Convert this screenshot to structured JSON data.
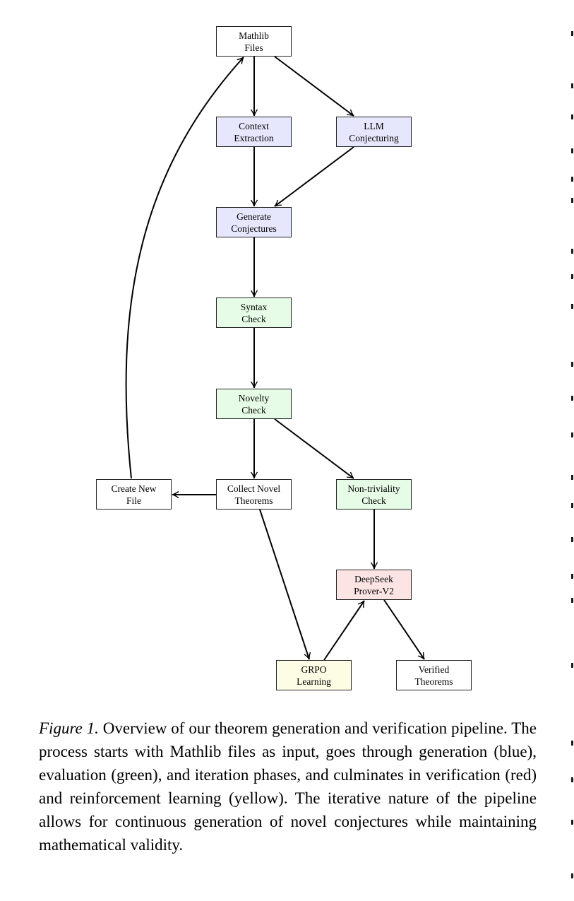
{
  "diagram": {
    "nodes": [
      {
        "id": "mathlib-files",
        "lines": [
          "Mathlib",
          "Files"
        ],
        "fill": "white"
      },
      {
        "id": "context-extract",
        "lines": [
          "Context",
          "Extraction"
        ],
        "fill": "blue"
      },
      {
        "id": "llm-conject",
        "lines": [
          "LLM",
          "Conjecturing"
        ],
        "fill": "blue"
      },
      {
        "id": "generate-conj",
        "lines": [
          "Generate",
          "Conjectures"
        ],
        "fill": "blue"
      },
      {
        "id": "syntax-check",
        "lines": [
          "Syntax",
          "Check"
        ],
        "fill": "green"
      },
      {
        "id": "novelty-check",
        "lines": [
          "Novelty",
          "Check"
        ],
        "fill": "green"
      },
      {
        "id": "create-new-file",
        "lines": [
          "Create New",
          "File"
        ],
        "fill": "white"
      },
      {
        "id": "collect-novel",
        "lines": [
          "Collect Novel",
          "Theorems"
        ],
        "fill": "white"
      },
      {
        "id": "non-triviality",
        "lines": [
          "Non-triviality",
          "Check"
        ],
        "fill": "green"
      },
      {
        "id": "deepseek-prover",
        "lines": [
          "DeepSeek",
          "Prover-V2"
        ],
        "fill": "red"
      },
      {
        "id": "grpo-learning",
        "lines": [
          "GRPO",
          "Learning"
        ],
        "fill": "yellow"
      },
      {
        "id": "verified-thm",
        "lines": [
          "Verified",
          "Theorems"
        ],
        "fill": "white"
      }
    ],
    "edges": [
      [
        "mathlib-files",
        "context-extract"
      ],
      [
        "mathlib-files",
        "llm-conject"
      ],
      [
        "context-extract",
        "generate-conj"
      ],
      [
        "llm-conject",
        "generate-conj"
      ],
      [
        "generate-conj",
        "syntax-check"
      ],
      [
        "syntax-check",
        "novelty-check"
      ],
      [
        "novelty-check",
        "collect-novel"
      ],
      [
        "novelty-check",
        "non-triviality"
      ],
      [
        "collect-novel",
        "create-new-file"
      ],
      [
        "create-new-file",
        "mathlib-files"
      ],
      [
        "non-triviality",
        "deepseek-prover"
      ],
      [
        "collect-novel",
        "grpo-learning"
      ],
      [
        "grpo-learning",
        "deepseek-prover"
      ],
      [
        "deepseek-prover",
        "verified-thm"
      ]
    ],
    "colors": {
      "white": "#ffffff",
      "blue": "#e6e6fc",
      "green": "#e6fce6",
      "red": "#fce4e4",
      "yellow": "#fdfde6",
      "stroke": "#222222"
    }
  },
  "caption": {
    "label": "Figure 1.",
    "text": "Overview of our theorem generation and verification pipeline.  The process starts with Mathlib files as input, goes through generation (blue), evaluation (green), and iteration phases, and culminates in verification (red) and reinforcement learning (yellow). The iterative nature of the pipeline allows for continuous generation of novel conjectures while maintaining mathematical validity."
  }
}
